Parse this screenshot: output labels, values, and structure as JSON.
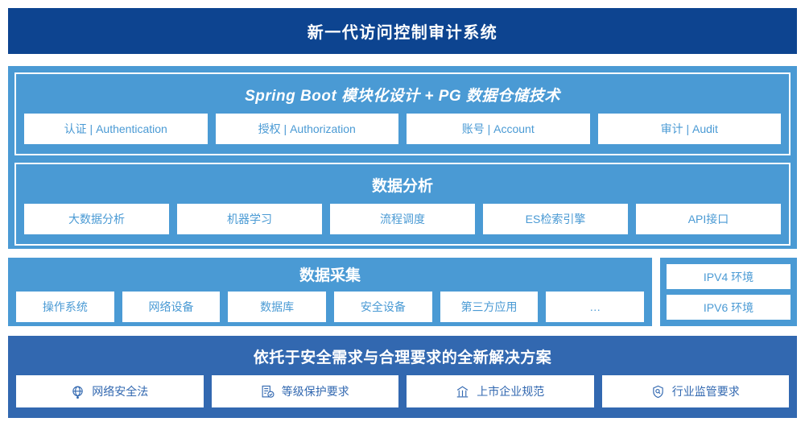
{
  "header": {
    "title": "新一代访问控制审计系统"
  },
  "upper": {
    "cards": [
      {
        "title": "Spring Boot 模块化设计 + PG 数据仓储技术",
        "italic": true,
        "chips": [
          "认证 | Authentication",
          "授权 | Authorization",
          "账号 | Account",
          "审计 | Audit"
        ]
      },
      {
        "title": "数据分析",
        "italic": false,
        "chips": [
          "大数据分析",
          "机器学习",
          "流程调度",
          "ES检索引擎",
          "API接口"
        ]
      }
    ]
  },
  "collection": {
    "title": "数据采集",
    "chips": [
      "操作系统",
      "网络设备",
      "数据库",
      "安全设备",
      "第三方应用",
      "…"
    ],
    "environments": [
      "IPV4 环境",
      "IPV6 环境"
    ]
  },
  "bottom": {
    "title": "依托于安全需求与合理要求的全新解决方案",
    "items": [
      {
        "label": "网络安全法",
        "icon": "globe-icon"
      },
      {
        "label": "等级保护要求",
        "icon": "document-check-icon"
      },
      {
        "label": "上市企业规范",
        "icon": "bank-icon"
      },
      {
        "label": "行业监管要求",
        "icon": "shield-search-icon"
      }
    ]
  },
  "colors": {
    "header_navy": "#0d4490",
    "light_blue": "#4a9ad4",
    "bottom_blue": "#3268b0",
    "chip_white": "#ffffff"
  }
}
